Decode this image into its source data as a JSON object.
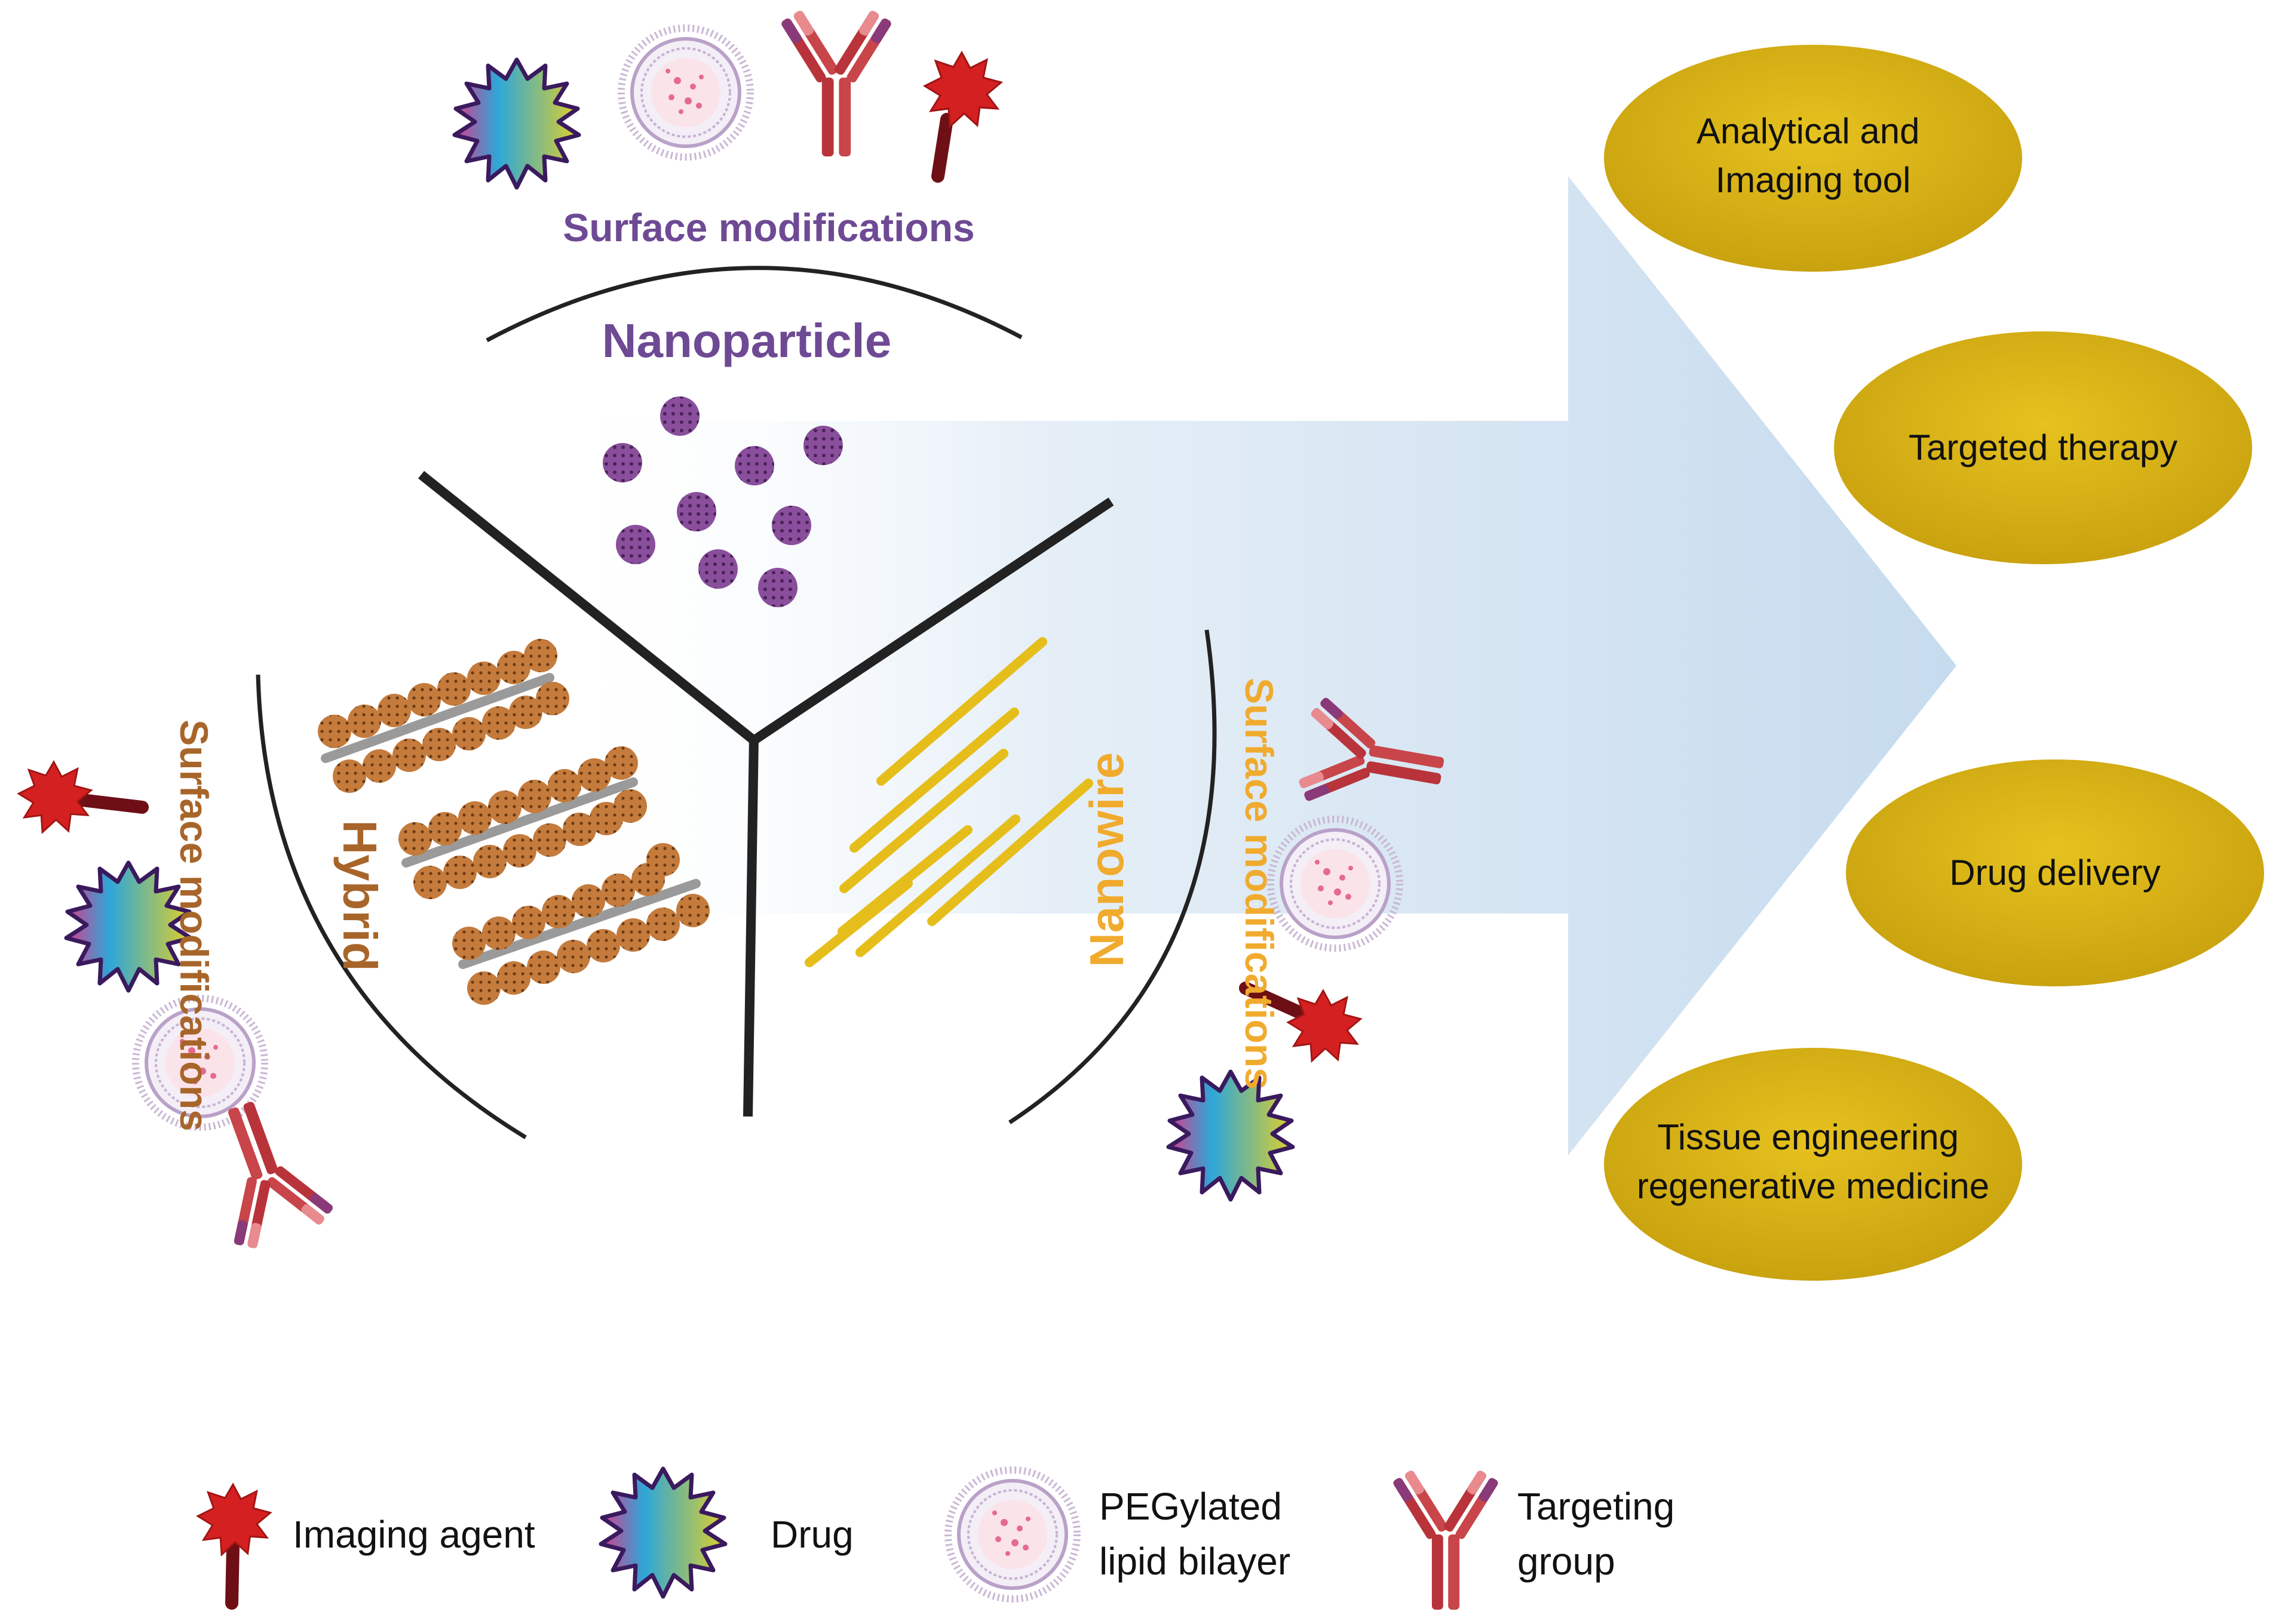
{
  "nanoparticle": {
    "title": "Nanoparticle",
    "surface_label": "Surface modifications"
  },
  "nanowire": {
    "title": "Nanowire",
    "surface_label": "Surface modifications"
  },
  "hybrid": {
    "title": "Hybrid",
    "surface_label": "Surface modifications"
  },
  "applications": [
    {
      "lines": [
        "Analytical and",
        "Imaging tool"
      ]
    },
    {
      "lines": [
        "Targeted therapy"
      ]
    },
    {
      "lines": [
        "Drug delivery"
      ]
    },
    {
      "lines": [
        "Tissue engineering",
        "regenerative medicine"
      ]
    }
  ],
  "legend": [
    {
      "icon": "imaging-agent-icon",
      "lines": [
        "Imaging agent"
      ]
    },
    {
      "icon": "drug-icon",
      "lines": [
        "Drug"
      ]
    },
    {
      "icon": "pegylated-lipid-bilayer-icon",
      "lines": [
        "PEGylated",
        "lipid bilayer"
      ]
    },
    {
      "icon": "targeting-group-icon",
      "lines": [
        "Targeting",
        "group"
      ]
    }
  ],
  "colors": {
    "nanoparticle": "#6e4a94",
    "nanowire": "#f0ab2e",
    "hybrid": "#a8652a",
    "ellipse": "#d9b318",
    "arrow": "#cfe0ef"
  }
}
